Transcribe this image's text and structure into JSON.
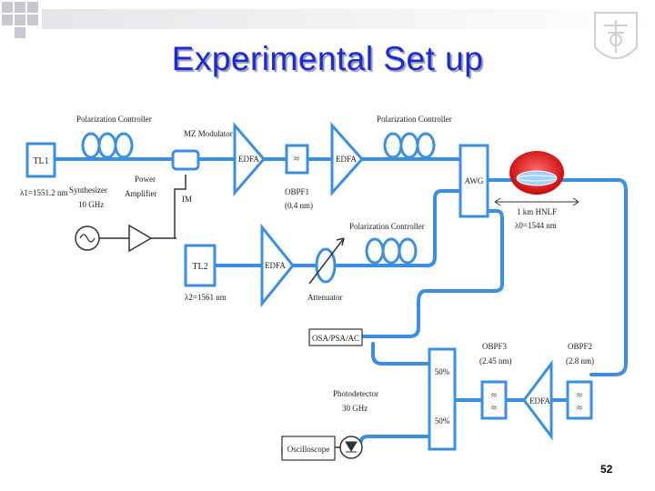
{
  "slide": {
    "title": "Experimental Set up",
    "page_number": "52"
  },
  "colors": {
    "title": "#1a2bd6",
    "fiber": "#3b8fe0",
    "component": "#2f7fd8",
    "component_fill": "#ffffff",
    "spool": "#e01818",
    "corner_squares": "#c8c8d0"
  },
  "labels": {
    "tl1": "TL1",
    "lambda1": "λ1=1551.2 nm",
    "synthesizer": "Synthesizer",
    "synth_freq": "10 GHz",
    "power": "Power",
    "amplifier": "Amplifier",
    "pc1": "Polarization Controller",
    "mz": "MZ Modulator",
    "im": "IM",
    "edfa1": "EDFA",
    "obpf1": "OBPF1",
    "obpf1_bw": "(0.4 nm)",
    "edfa2": "EDFA",
    "pc2": "Polarization Controller",
    "awg": "AWG",
    "hnlf": "1 km HNLF",
    "lambda0": "λ0=1544 nm",
    "pc3": "Polarization Controller",
    "tl2": "TL2",
    "lambda2": "λ2=1561 nm",
    "edfa3": "EDFA",
    "attenuator": "Attenuator",
    "osa": "OSA/PSA/AC",
    "split1": "50%",
    "split2": "50%",
    "obpf3": "OBPF3",
    "obpf3_bw": "(2.45 nm)",
    "obpf2": "OBPF2",
    "obpf2_bw": "(2.8 nm)",
    "edfa4": "EDFA",
    "photodetector": "Photodetector",
    "pd_freq": "30 GHz",
    "oscilloscope": "Oscilloscope"
  }
}
